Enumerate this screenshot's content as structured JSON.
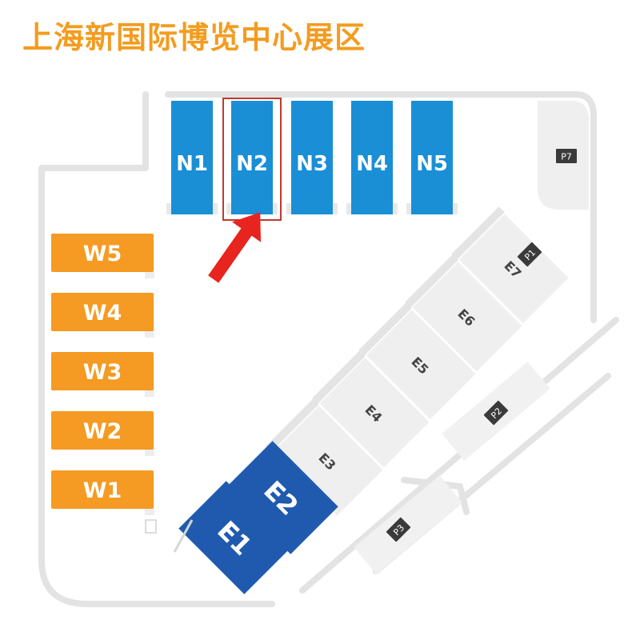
{
  "title": "上海新国际博览中心展区",
  "colors": {
    "title": "#F39C1F",
    "north_hall": "#1A8FD6",
    "west_hall": "#F59A23",
    "east_hall_dark": "#1F5AAE",
    "east_hall_light": "#EFEFEF",
    "parking_badge": "#3A3A3A",
    "outline": "#E3E3E3",
    "highlight": "#C0392B",
    "arrow": "#E8241F"
  },
  "highlight_hall": "N2",
  "north_halls": [
    "N1",
    "N2",
    "N3",
    "N4",
    "N5"
  ],
  "west_halls": [
    "W5",
    "W4",
    "W3",
    "W2",
    "W1"
  ],
  "east_halls_dark": [
    "E2",
    "E1"
  ],
  "east_halls_light": [
    "E7",
    "E6",
    "E5",
    "E4",
    "E3"
  ],
  "parking": [
    "P7",
    "P1",
    "P2",
    "P3"
  ],
  "arrow_icon": "red-arrow-icon"
}
